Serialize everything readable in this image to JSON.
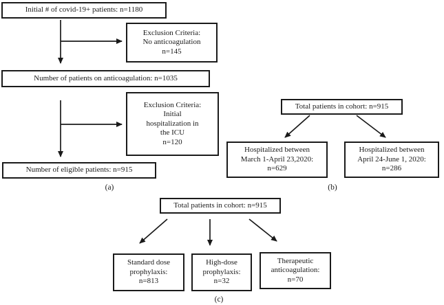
{
  "figure": {
    "title": "COVID-19 anticoagulation cohort flow diagram",
    "colors": {
      "ink": "#1a1a1a",
      "background": "#ffffff"
    },
    "panel_a": {
      "caption": "(a)",
      "box_initial": "Initial # of covid-19+ patients: n=1180",
      "box_exclusion_no_anticoagulation": "Exclusion Criteria:\nNo anticoagulation\nn=145",
      "box_on_anticoagulation": "Number of patients on anticoagulation: n=1035",
      "box_exclusion_icu": "Exclusion Criteria:\nInitial\nhospitalization in\nthe ICU\nn=120",
      "box_eligible": "Number of eligible patients: n=915"
    },
    "panel_b": {
      "caption": "(b)",
      "box_total": "Total patients in cohort: n=915",
      "box_early_period": "Hospitalized between\nMarch 1-April 23,2020:\nn=629",
      "box_late_period": "Hospitalized between\nApril 24-June 1, 2020:\nn=286"
    },
    "panel_c": {
      "caption": "(c)",
      "box_total": "Total patients in cohort: n=915",
      "box_standard_dose": "Standard dose\nprophylaxis:\nn=813",
      "box_high_dose": "High-dose\nprophylaxis:\nn=32",
      "box_therapeutic": "Therapeutic\nanticoagulation:\nn=70"
    }
  }
}
